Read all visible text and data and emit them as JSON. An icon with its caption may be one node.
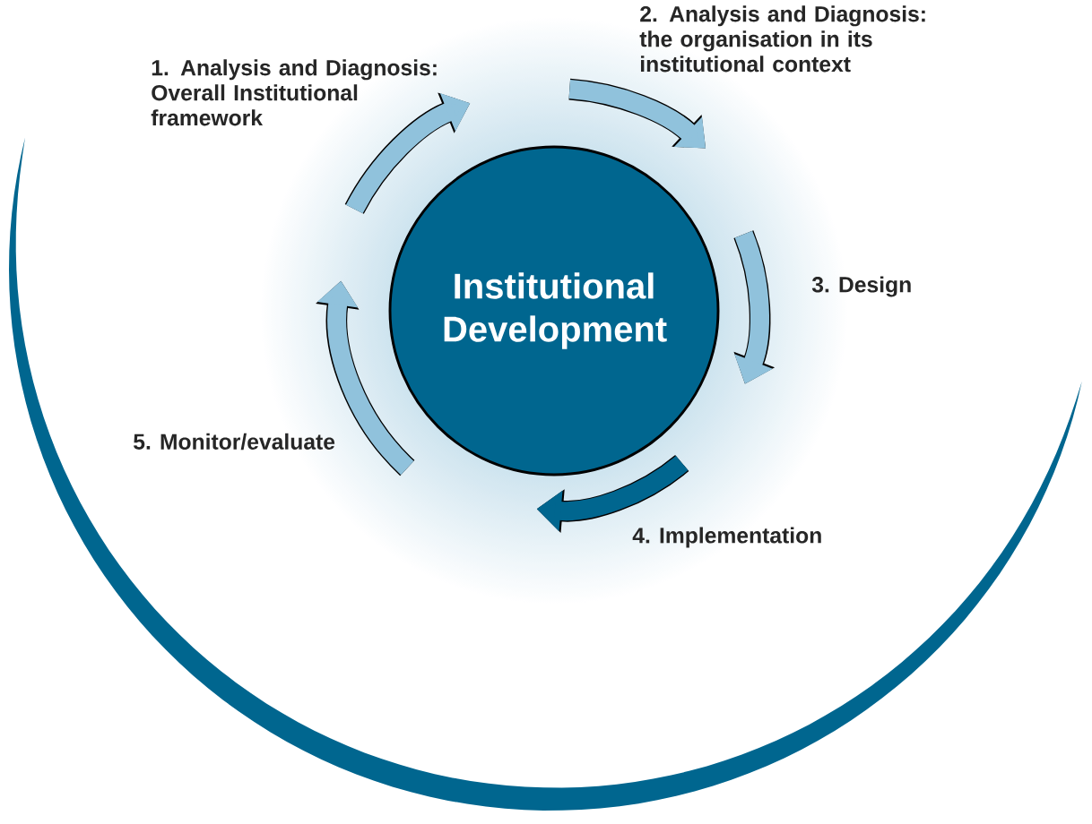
{
  "diagram": {
    "nodes": [
      {
        "text": [
          "Institutional Development"
        ]
      },
      {
        "text": [
          "1. Analysis and Diagnosis: Overall Institutional framework"
        ]
      },
      {
        "text": [
          "2. Analysis and Diagnosis: the organisation in its institutional context"
        ]
      },
      {
        "text": [
          "3. Design"
        ]
      },
      {
        "text": [
          "4. Implementation"
        ]
      },
      {
        "text": [
          "5. Monitor/evaluate"
        ]
      }
    ]
  }
}
